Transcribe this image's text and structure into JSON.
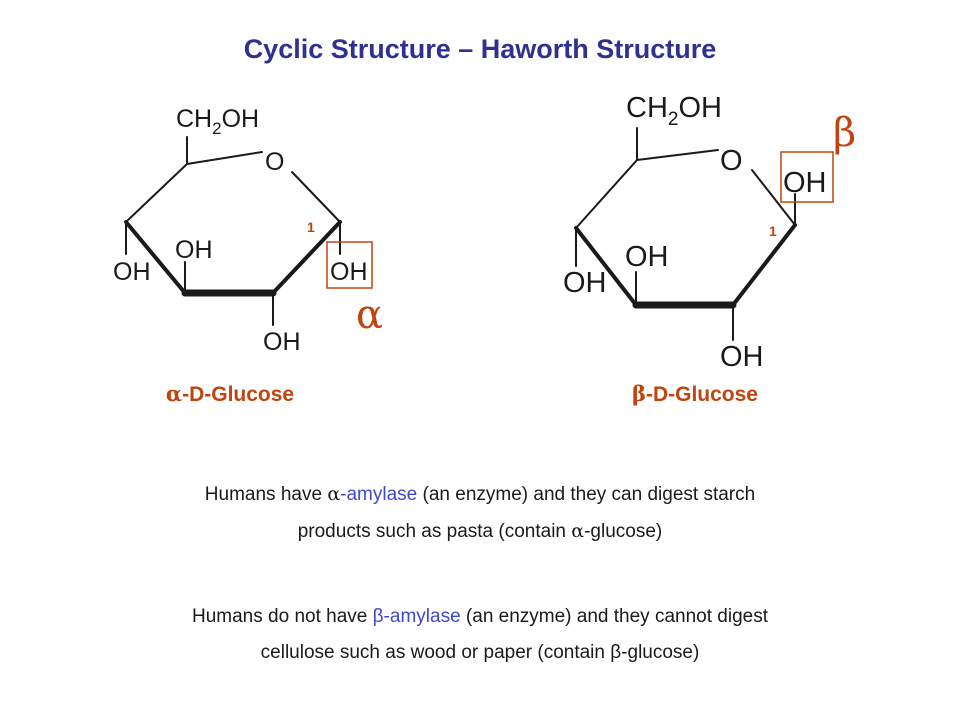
{
  "title": "Cyclic Structure – Haworth Structure",
  "colors": {
    "title": "#2e3192",
    "accent": "#c1440e",
    "enzyme": "#3f48cc",
    "text": "#1a1a1a",
    "box": "#c1440e"
  },
  "alpha": {
    "group_top": "CH",
    "sub": "2",
    "group_top_end": "OH",
    "ring_oxygen": "O",
    "oh": "OH",
    "carbon_number": "1",
    "symbol": "α",
    "prefix": "α",
    "name": "-D-Glucose"
  },
  "beta": {
    "group_top": "CH",
    "sub": "2",
    "group_top_end": "OH",
    "ring_oxygen": "O",
    "oh": "OH",
    "carbon_number": "1",
    "symbol": "β",
    "prefix": "β",
    "name": "-D-Glucose"
  },
  "para1": {
    "l1_a": "Humans have ",
    "l1_glyph": "α",
    "l1_enzyme": "-amylase",
    "l1_b": " (an enzyme) and they can digest starch",
    "l2_a": "products such as pasta (contain ",
    "l2_glyph": "α",
    "l2_b": "-glucose)"
  },
  "para2": {
    "l1_a": "Humans do not have ",
    "l1_enzyme": "β-amylase",
    "l1_b": " (an enzyme) and they cannot digest",
    "l2": "cellulose such as wood or paper (contain β-glucose)"
  }
}
